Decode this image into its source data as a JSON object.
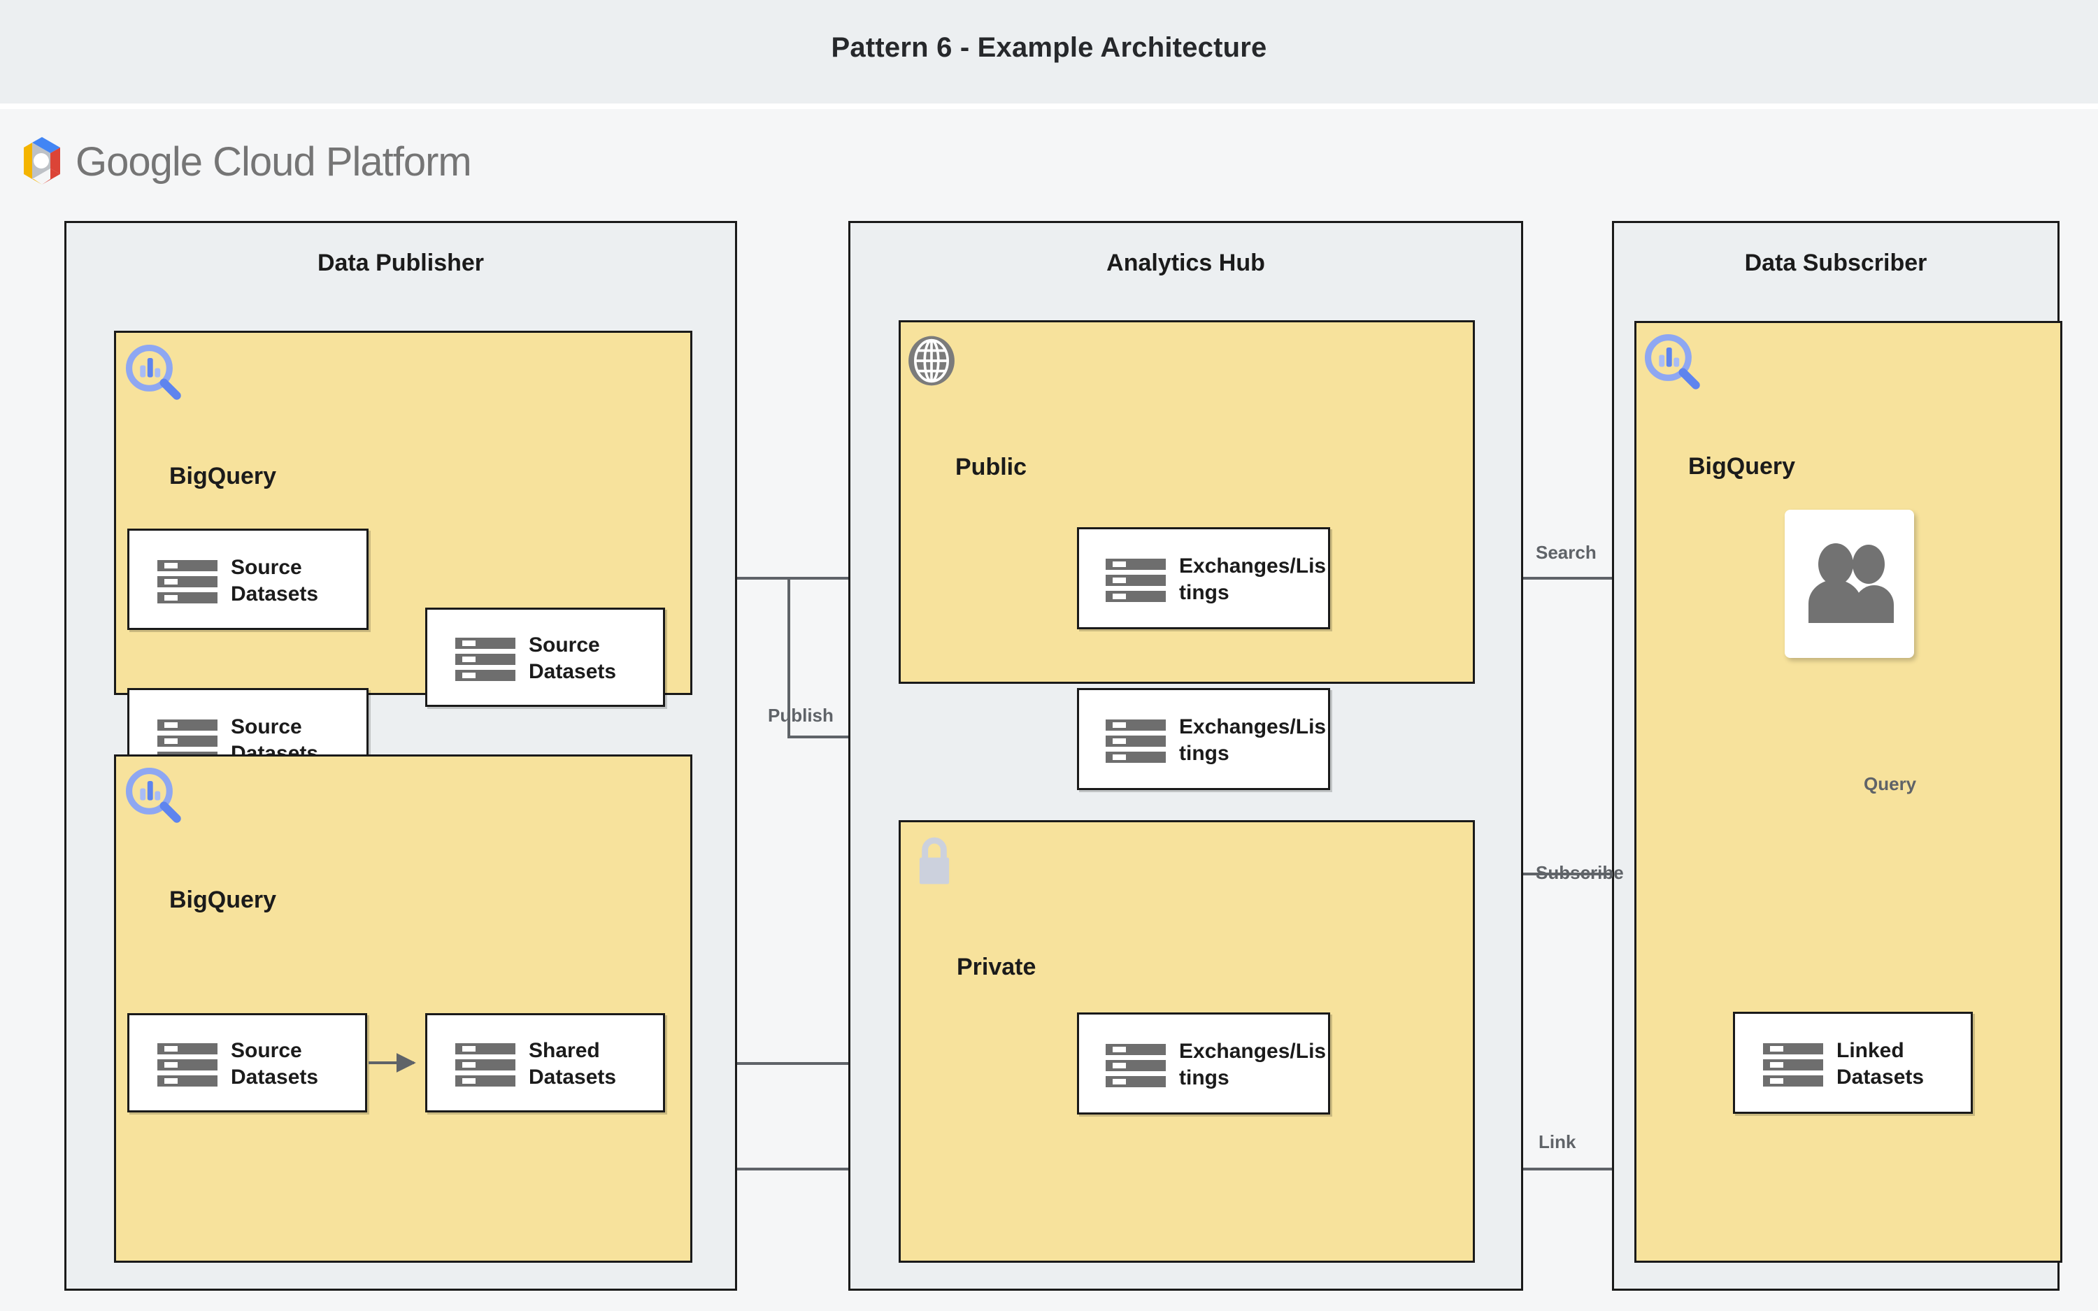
{
  "page": {
    "title": "Pattern 6 - Example Architecture",
    "brand": "Google Cloud Platform",
    "brand_google": "Google",
    "brand_cloud_platform": " Cloud Platform",
    "background": "#f5f6f7",
    "title_bar_background": "#eceff1"
  },
  "colors": {
    "zone_fill": "#eceff1",
    "product_fill": "#f7e29c",
    "node_fill": "#ffffff",
    "outline": "#1a1a1a",
    "wire": "#5f6368",
    "icon_gray": "#6e6e6e",
    "bigquery_blue": "#5e84ee",
    "analytics_hub_blue": "#4a7af0",
    "lock_gray": "#ccd1dd",
    "globe_gray": "#7b7b7b",
    "text": "#1b1b1b",
    "label_text": "#5f6368"
  },
  "zones": [
    {
      "id": "data-publisher",
      "title": "Data Publisher"
    },
    {
      "id": "analytics-hub",
      "title": "Analytics Hub",
      "icon": "share-nodes-icon"
    },
    {
      "id": "data-subscriber",
      "title": "Data Subscriber"
    }
  ],
  "products": [
    {
      "id": "publisher-bigquery-top",
      "label": "BigQuery",
      "icon": "bigquery-icon"
    },
    {
      "id": "publisher-bigquery-bottom",
      "label": "BigQuery",
      "icon": "bigquery-icon"
    },
    {
      "id": "hub-public",
      "label": "Public",
      "icon": "globe-icon"
    },
    {
      "id": "hub-private",
      "label": "Private",
      "icon": "lock-icon"
    },
    {
      "id": "subscriber-bigquery",
      "label": "BigQuery",
      "icon": "bigquery-icon"
    }
  ],
  "nodes": [
    {
      "id": "pub-source-1",
      "line1": "Source",
      "line2": "Datasets",
      "icon": "dataset-icon"
    },
    {
      "id": "pub-source-2",
      "line1": "Source",
      "line2": "Datasets",
      "icon": "dataset-icon"
    },
    {
      "id": "pub-source-3",
      "line1": "Source",
      "line2": "Datasets",
      "icon": "dataset-icon"
    },
    {
      "id": "pub-source-4",
      "line1": "Source",
      "line2": "Datasets",
      "icon": "dataset-icon"
    },
    {
      "id": "pub-shared",
      "line1": "Shared",
      "line2": "Datasets",
      "icon": "dataset-icon"
    },
    {
      "id": "hub-listing-1",
      "line1": "Exchanges/Lis",
      "line2": "tings",
      "icon": "dataset-icon"
    },
    {
      "id": "hub-listing-2",
      "line1": "Exchanges/Lis",
      "line2": "tings",
      "icon": "dataset-icon"
    },
    {
      "id": "hub-listing-3",
      "line1": "Exchanges/Lis",
      "line2": "tings",
      "icon": "dataset-icon"
    },
    {
      "id": "sub-linked",
      "line1": "Linked",
      "line2": "Datasets",
      "icon": "dataset-icon"
    }
  ],
  "cards": [
    {
      "id": "sub-users",
      "icon": "users-icon"
    }
  ],
  "edge_labels": [
    {
      "id": "publish",
      "text": "Publish"
    },
    {
      "id": "search",
      "text": "Search"
    },
    {
      "id": "subscribe",
      "text": "Subscribe"
    },
    {
      "id": "query",
      "text": "Query"
    },
    {
      "id": "link",
      "text": "Link"
    }
  ]
}
